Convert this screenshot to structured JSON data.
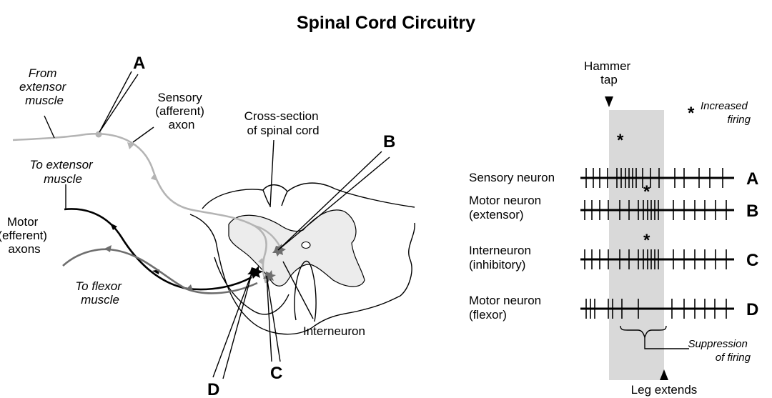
{
  "title": "Spinal Cord Circuitry",
  "left": {
    "from_extensor": [
      "From",
      "extensor",
      "muscle"
    ],
    "sensory_axon": [
      "Sensory",
      "(afferent)",
      "axon"
    ],
    "cross_section": [
      "Cross-section",
      "of spinal cord"
    ],
    "to_extensor": [
      "To extensor",
      "muscle"
    ],
    "motor_axons": [
      "Motor",
      "(efferent)",
      "axons"
    ],
    "to_flexor": [
      "To flexor",
      "muscle"
    ],
    "interneuron": "Interneuron",
    "letters": {
      "A": "A",
      "B": "B",
      "C": "C",
      "D": "D"
    }
  },
  "right": {
    "hammer_tap": [
      "Hammer",
      "tap"
    ],
    "increased_firing": [
      "Increased",
      "firing"
    ],
    "asterisk": "*",
    "suppression": [
      "Suppression",
      "of firing"
    ],
    "leg_extends": "Leg extends",
    "rows": [
      {
        "label": [
          "Sensory neuron"
        ],
        "letter": "A"
      },
      {
        "label": [
          "Motor neuron",
          "(extensor)"
        ],
        "letter": "B"
      },
      {
        "label": [
          "Interneuron",
          "(inhibitory)"
        ],
        "letter": "C"
      },
      {
        "label": [
          "Motor neuron",
          "(flexor)"
        ],
        "letter": "D"
      }
    ]
  },
  "colors": {
    "sensory": "#b4b4b4",
    "motor_extensor": "#000000",
    "motor_flexor": "#6e6e6e",
    "gray_matter": "#ececec",
    "shaded_window": "#d9d9d9"
  }
}
